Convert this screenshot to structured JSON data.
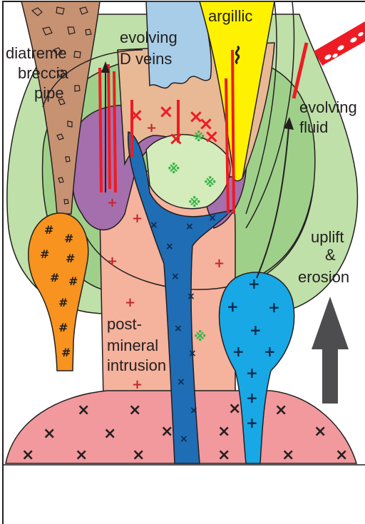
{
  "labels": {
    "diatreme": [
      "diatreme",
      "breccia",
      "pipe"
    ],
    "veins": [
      "evolving",
      "D veins"
    ],
    "argillic": "argillic",
    "fluid": [
      "evolving",
      "fluid"
    ],
    "uplift": [
      "uplift",
      "&",
      "erosion"
    ],
    "intrusion": [
      "post-",
      "mineral",
      "intrusion"
    ]
  },
  "colors": {
    "green_halo": "#bfe0a8",
    "mid_green": "#9fd08a",
    "purple": "#a56fae",
    "salmon": "#f5b29c",
    "tan": "#e9b895",
    "brown": "#c79272",
    "yellow": "#fff200",
    "light_blue": "#a7cde8",
    "dark_blue": "#1f6db5",
    "cyan": "#18a8e6",
    "orange": "#f7931e",
    "pink_base": "#f1999d",
    "red": "#ed1c24",
    "gray_arrow": "#4d4d4f",
    "outline": "#231f20"
  },
  "icons": [
    "uplift-arrow-icon",
    "fluid-arrow-icon",
    "vein-arrow-icon"
  ]
}
